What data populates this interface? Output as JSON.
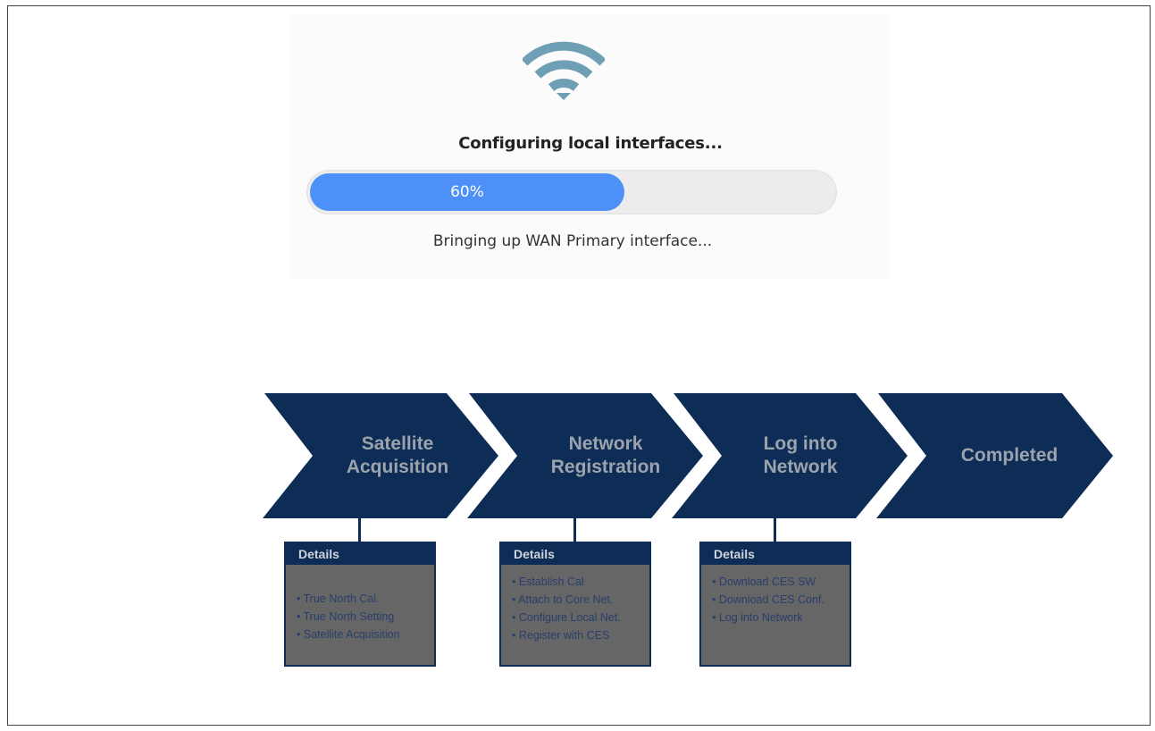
{
  "status": {
    "title": "Configuring local interfaces...",
    "progress_value": 60,
    "progress_label": "60%",
    "subtitle": "Bringing up WAN Primary interface..."
  },
  "icons": {
    "status_icon": "wifi-icon"
  },
  "colors": {
    "wifi": "#6f9fb5",
    "progress_fill": "#4d90f8",
    "chevron": "#0d2d57",
    "details_body": "#666666"
  },
  "steps": [
    {
      "label_line1": "Satellite",
      "label_line2": "Acquisition",
      "details_title": "Details",
      "details": [
        "True North Cal.",
        "True North Setting",
        "Satellite Acquisition"
      ]
    },
    {
      "label_line1": "Network",
      "label_line2": "Registration",
      "details_title": "Details",
      "details": [
        "Establish Cal",
        "Attach to Core Net.",
        "Configure Local Net.",
        "Register with CES"
      ]
    },
    {
      "label_line1": "Log into",
      "label_line2": "Network",
      "details_title": "Details",
      "details": [
        "Download CES SW",
        "Download CES Conf.",
        "Log into Network"
      ]
    },
    {
      "label_line1": "Completed",
      "label_line2": ""
    }
  ]
}
